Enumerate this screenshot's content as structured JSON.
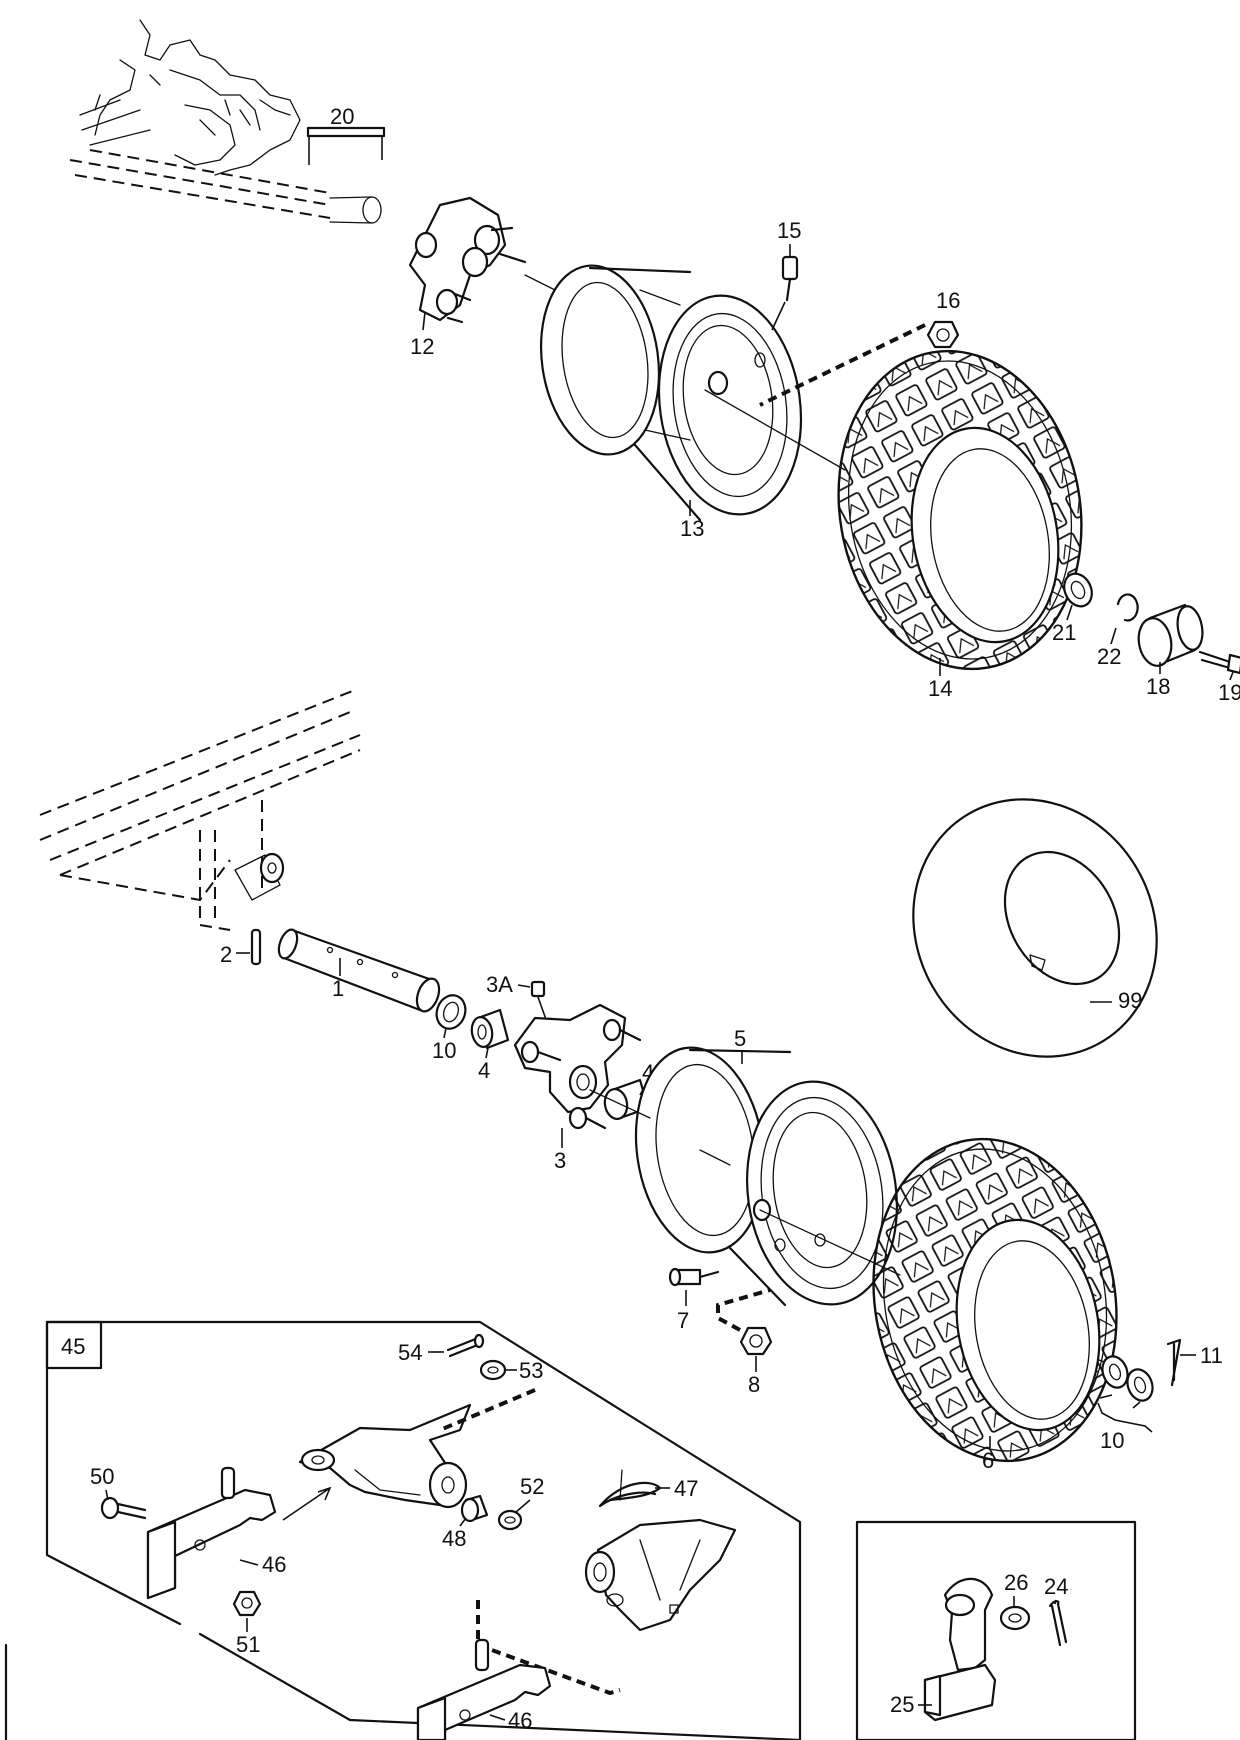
{
  "callouts": {
    "c20": "20",
    "c15": "15",
    "c16": "16",
    "c12": "12",
    "c13": "13",
    "c14": "14",
    "c21": "21",
    "c22": "22",
    "c18": "18",
    "c19": "19",
    "c2": "2",
    "c1": "1",
    "c3A": "3A",
    "c10a": "10",
    "c4a": "4",
    "c5": "5",
    "c4b": "4",
    "c3": "3",
    "c99": "99",
    "c7": "7",
    "c8": "8",
    "c11": "11",
    "c6": "6",
    "c10b": "10",
    "c45": "45",
    "c54": "54",
    "c53": "53",
    "c50": "50",
    "c52": "52",
    "c47": "47",
    "c48": "48",
    "c46a": "46",
    "c51": "51",
    "c46b": "46",
    "c26": "26",
    "c24": "24",
    "c25": "25"
  },
  "icons": [
    "wheel-rim-icon",
    "tire-icon",
    "hub-icon",
    "inner-tube-icon",
    "axle-icon",
    "hitch-icon"
  ]
}
